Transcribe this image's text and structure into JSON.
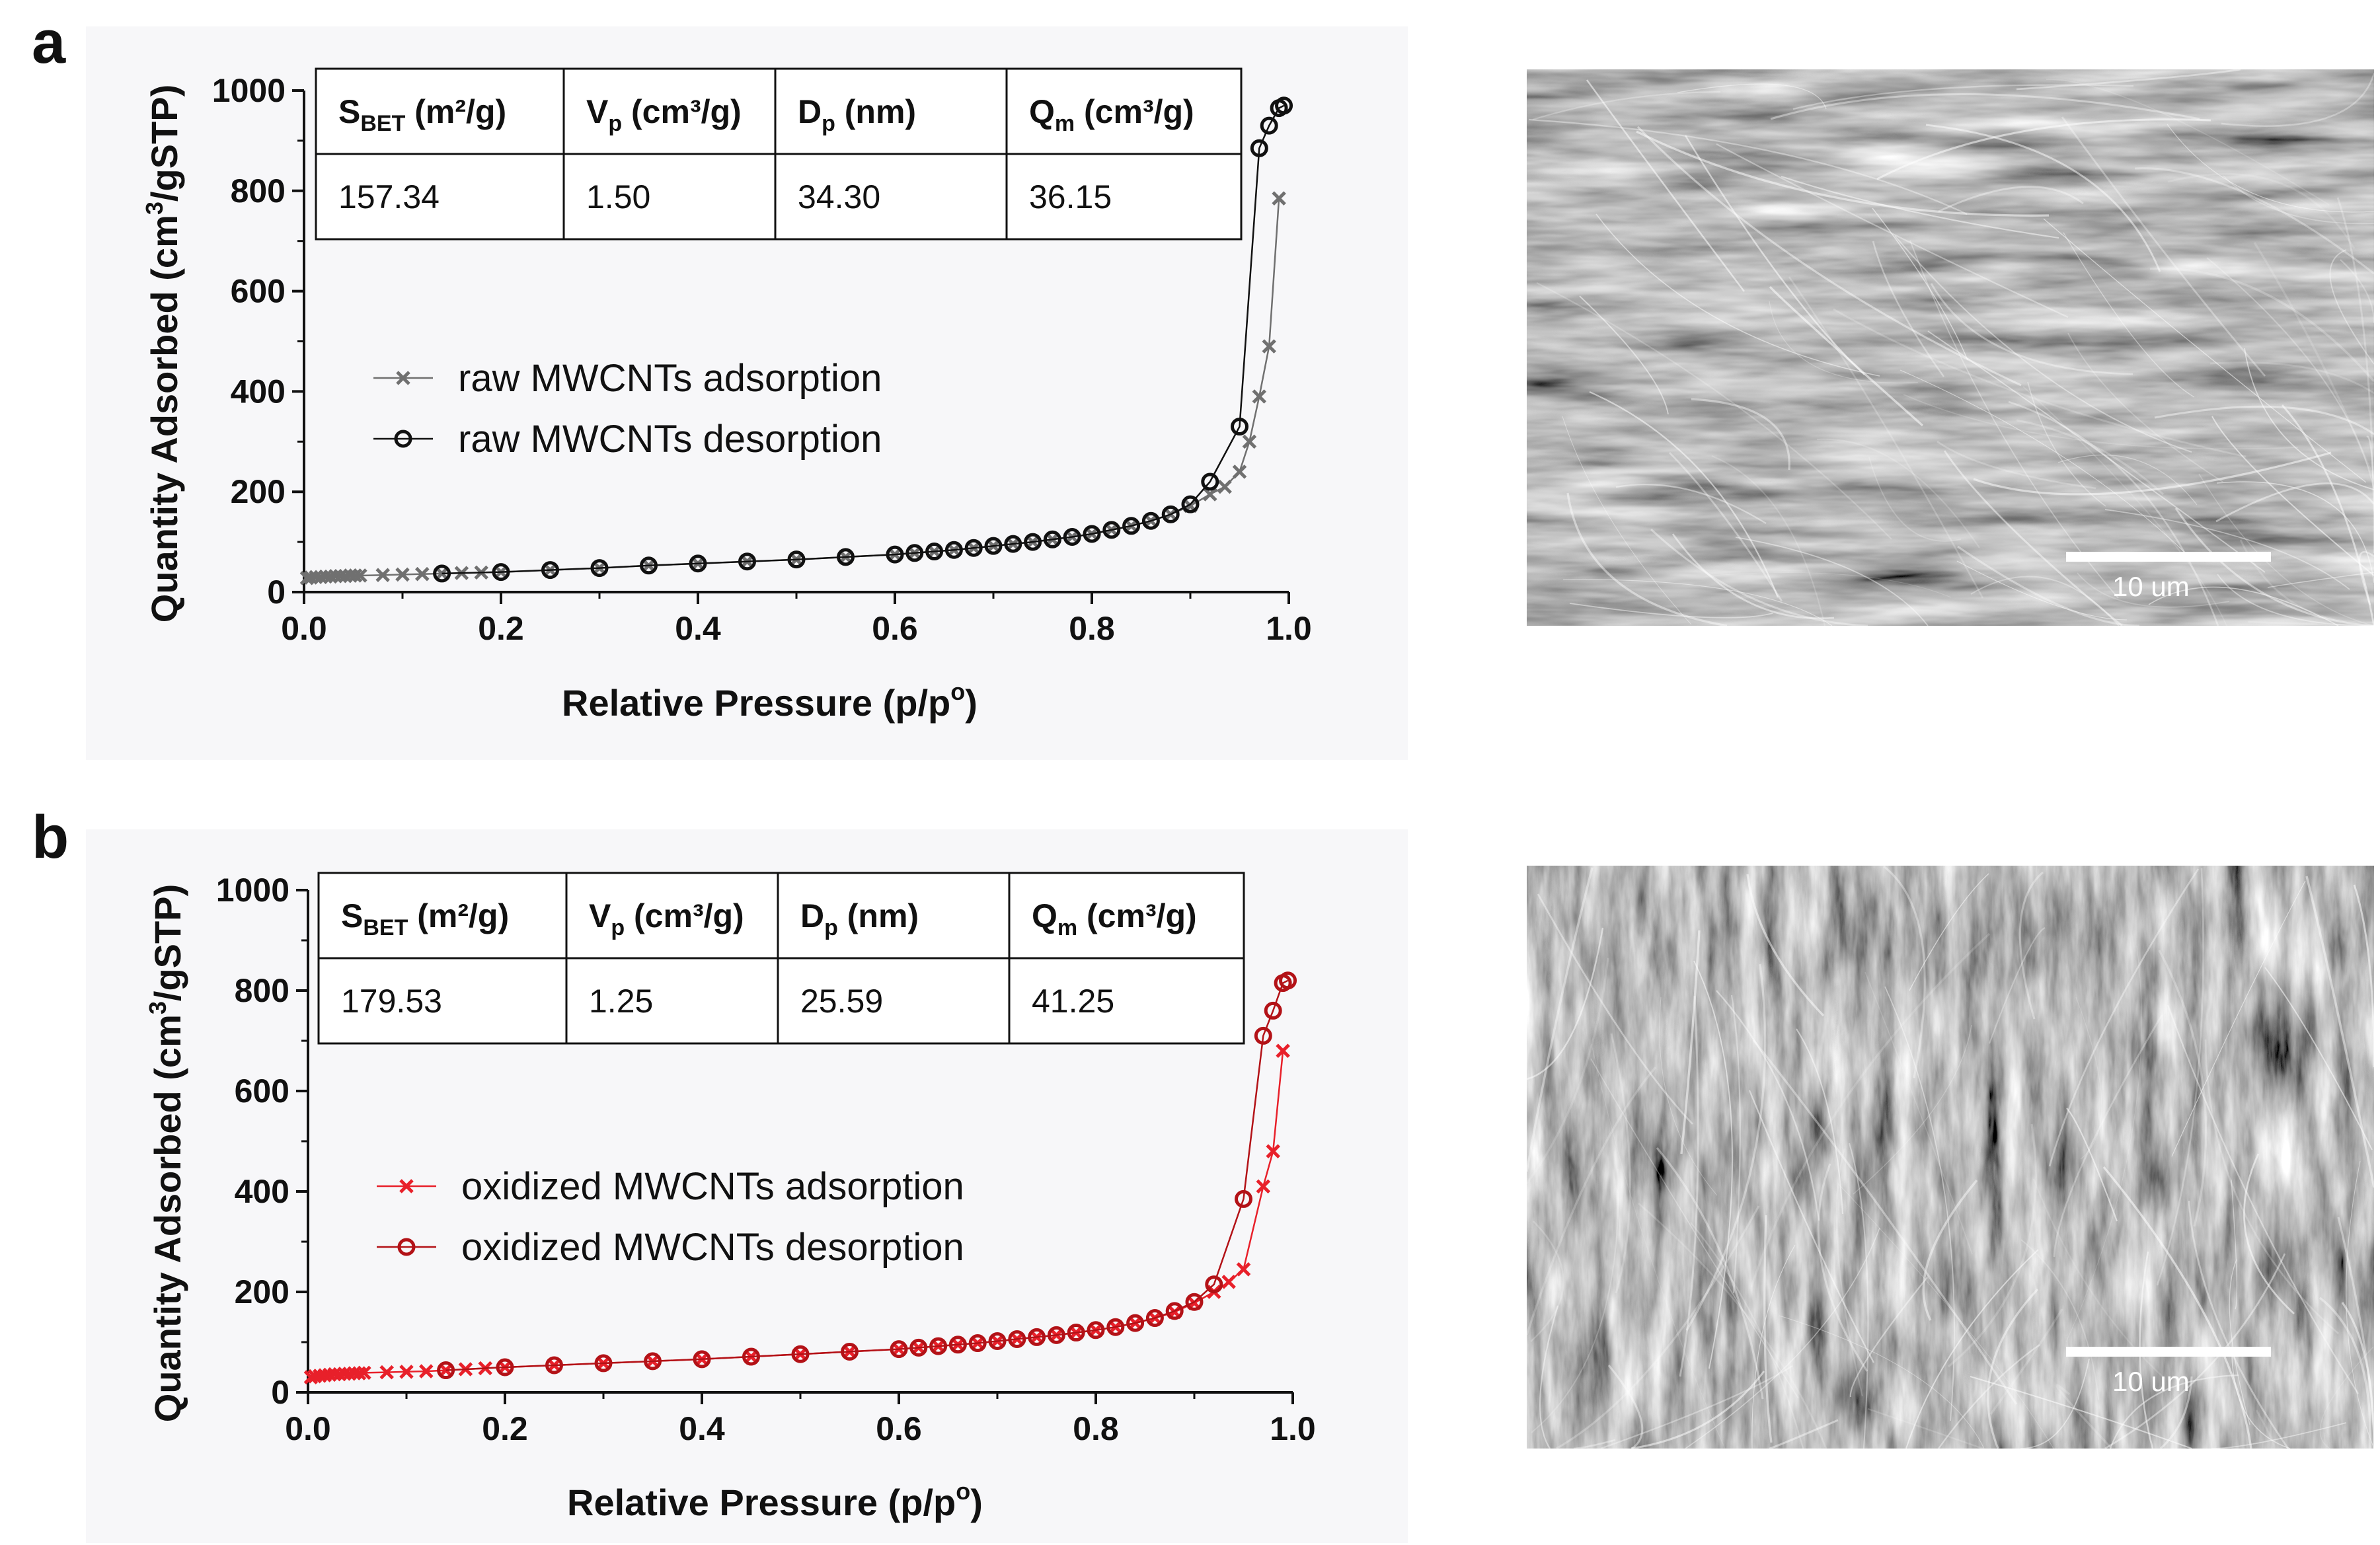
{
  "panels": [
    {
      "letter": "a",
      "table": {
        "headers": [
          {
            "main": "S",
            "sub": "BET",
            "sup": "",
            "rest": " (m²/g)"
          },
          {
            "main": "V",
            "sub": "p",
            "sup": "",
            "rest": " (cm³/g)"
          },
          {
            "main": "D",
            "sub": "p",
            "sup": "",
            "rest": " (nm)"
          },
          {
            "main": "Q",
            "sub": "m",
            "sup": "",
            "rest": " (cm³/g)"
          }
        ],
        "values": [
          "157.34",
          "1.50",
          "34.30",
          "36.15"
        ]
      },
      "scale_bar_label": "10 um"
    },
    {
      "letter": "b",
      "table": {
        "headers": [
          {
            "main": "S",
            "sub": "BET",
            "sup": "",
            "rest": " (m²/g)"
          },
          {
            "main": "V",
            "sub": "p",
            "sup": "",
            "rest": " (cm³/g)"
          },
          {
            "main": "D",
            "sub": "p",
            "sup": "",
            "rest": " (nm)"
          },
          {
            "main": "Q",
            "sub": "m",
            "sup": "",
            "rest": " (cm³/g)"
          }
        ],
        "values": [
          "179.53",
          "1.25",
          "25.59",
          "41.25"
        ]
      },
      "scale_bar_label": "10 um"
    }
  ],
  "chart_data": [
    {
      "type": "line",
      "xlabel": "Relative Pressure (p/pº)",
      "xlabel_parts": {
        "text": "Relative Pressure (p/p",
        "sup": "o",
        "close": ")"
      },
      "ylabel": "Quantity Adsorbed (cm³/gSTP)",
      "ylabel_parts": {
        "pre": "Quantity Adsorbed (cm",
        "sup": "3",
        "post": "/gSTP)"
      },
      "xlim": [
        0,
        1.0
      ],
      "ylim": [
        0,
        1000
      ],
      "xticks": [
        "0.0",
        "0.2",
        "0.4",
        "0.6",
        "0.8",
        "1.0"
      ],
      "yticks": [
        "0",
        "200",
        "400",
        "600",
        "800",
        "1000"
      ],
      "legend_position": "middle-left",
      "series": [
        {
          "name": "raw MWCNTs adsorption",
          "marker": "x",
          "color": "#707070",
          "x": [
            0.003,
            0.007,
            0.012,
            0.017,
            0.022,
            0.027,
            0.032,
            0.037,
            0.042,
            0.047,
            0.052,
            0.057,
            0.08,
            0.1,
            0.12,
            0.14,
            0.16,
            0.18,
            0.2,
            0.25,
            0.3,
            0.35,
            0.4,
            0.45,
            0.5,
            0.55,
            0.6,
            0.62,
            0.64,
            0.66,
            0.68,
            0.7,
            0.72,
            0.74,
            0.76,
            0.78,
            0.8,
            0.82,
            0.84,
            0.86,
            0.88,
            0.9,
            0.92,
            0.935,
            0.95,
            0.96,
            0.97,
            0.98,
            0.99
          ],
          "y": [
            28,
            29,
            30,
            30,
            31,
            31,
            32,
            32,
            32,
            33,
            33,
            33,
            34,
            35,
            36,
            37,
            38,
            39,
            40,
            44,
            48,
            53,
            57,
            61,
            65,
            70,
            75,
            78,
            81,
            84,
            88,
            92,
            96,
            100,
            105,
            110,
            116,
            124,
            132,
            142,
            155,
            172,
            195,
            210,
            240,
            300,
            390,
            490,
            785
          ]
        },
        {
          "name": "raw MWCNTs desorption",
          "marker": "o",
          "color": "#111111",
          "x": [
            0.14,
            0.2,
            0.25,
            0.3,
            0.35,
            0.4,
            0.45,
            0.5,
            0.55,
            0.6,
            0.62,
            0.64,
            0.66,
            0.68,
            0.7,
            0.72,
            0.74,
            0.76,
            0.78,
            0.8,
            0.82,
            0.84,
            0.86,
            0.88,
            0.9,
            0.92,
            0.95,
            0.97,
            0.98,
            0.99,
            0.995
          ],
          "y": [
            37,
            40,
            44,
            48,
            53,
            57,
            61,
            65,
            70,
            75,
            78,
            81,
            84,
            88,
            92,
            96,
            100,
            105,
            110,
            116,
            124,
            132,
            142,
            155,
            175,
            220,
            330,
            885,
            930,
            965,
            970
          ]
        }
      ]
    },
    {
      "type": "line",
      "xlabel": "Relative Pressure (p/pº)",
      "xlabel_parts": {
        "text": "Relative Pressure (p/p",
        "sup": "o",
        "close": ")"
      },
      "ylabel": "Quantity Adsorbed (cm³/gSTP)",
      "ylabel_parts": {
        "pre": "Quantity Adsorbed (cm",
        "sup": "3",
        "post": "/gSTP)"
      },
      "xlim": [
        0,
        1.0
      ],
      "ylim": [
        0,
        1000
      ],
      "xticks": [
        "0.0",
        "0.2",
        "0.4",
        "0.6",
        "0.8",
        "1.0"
      ],
      "yticks": [
        "0",
        "200",
        "400",
        "600",
        "800",
        "1000"
      ],
      "legend_position": "middle-left",
      "series": [
        {
          "name": "oxidized MWCNTs adsorption",
          "marker": "x",
          "color": "#e8202a",
          "x": [
            0.003,
            0.007,
            0.012,
            0.017,
            0.022,
            0.027,
            0.032,
            0.037,
            0.042,
            0.047,
            0.052,
            0.057,
            0.08,
            0.1,
            0.12,
            0.14,
            0.16,
            0.18,
            0.2,
            0.25,
            0.3,
            0.35,
            0.4,
            0.45,
            0.5,
            0.55,
            0.6,
            0.62,
            0.64,
            0.66,
            0.68,
            0.7,
            0.72,
            0.74,
            0.76,
            0.78,
            0.8,
            0.82,
            0.84,
            0.86,
            0.88,
            0.9,
            0.92,
            0.935,
            0.95,
            0.97,
            0.98,
            0.99
          ],
          "y": [
            30,
            32,
            33,
            34,
            35,
            36,
            36,
            37,
            37,
            38,
            38,
            39,
            40,
            41,
            42,
            44,
            46,
            48,
            50,
            54,
            58,
            62,
            66,
            71,
            76,
            81,
            86,
            89,
            92,
            95,
            98,
            102,
            106,
            110,
            114,
            119,
            124,
            130,
            138,
            148,
            160,
            178,
            200,
            220,
            245,
            410,
            480,
            680
          ]
        },
        {
          "name": "oxidized MWCNTs desorption",
          "marker": "o",
          "color": "#b31217",
          "x": [
            0.14,
            0.2,
            0.25,
            0.3,
            0.35,
            0.4,
            0.45,
            0.5,
            0.55,
            0.6,
            0.62,
            0.64,
            0.66,
            0.68,
            0.7,
            0.72,
            0.74,
            0.76,
            0.78,
            0.8,
            0.82,
            0.84,
            0.86,
            0.88,
            0.9,
            0.92,
            0.95,
            0.97,
            0.98,
            0.99,
            0.995
          ],
          "y": [
            44,
            50,
            54,
            58,
            62,
            66,
            71,
            76,
            81,
            86,
            89,
            92,
            95,
            98,
            102,
            106,
            110,
            114,
            119,
            124,
            130,
            138,
            148,
            162,
            180,
            215,
            385,
            710,
            760,
            815,
            820
          ]
        }
      ]
    }
  ],
  "colors": {
    "axis": "#111111",
    "table_border": "#111111",
    "sem_background": "#5a5a5a",
    "scale_bar": "#ffffff"
  }
}
